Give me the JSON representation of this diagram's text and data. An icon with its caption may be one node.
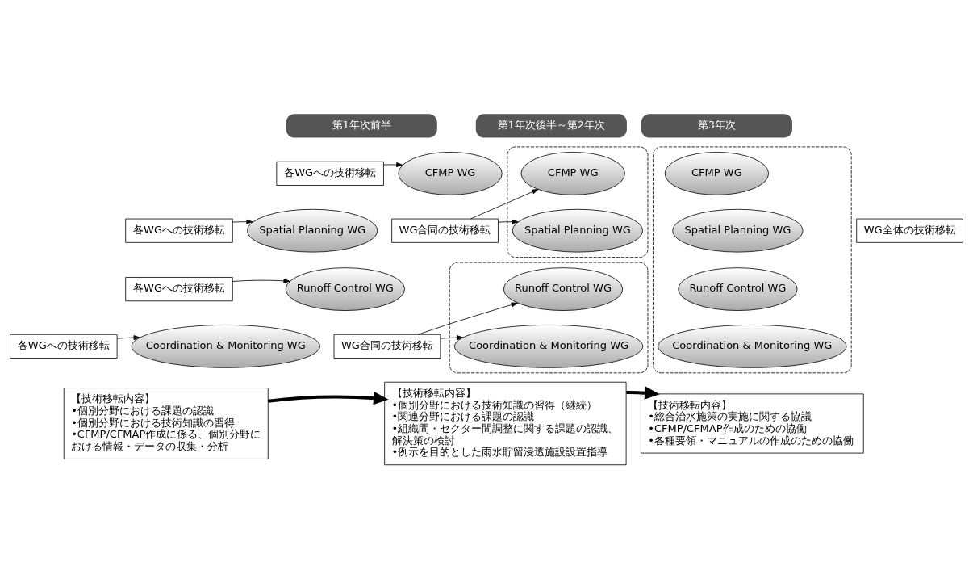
{
  "diagram": {
    "nodes": [
      {
        "text": [
          "第1年次前半"
        ]
      },
      {
        "text": [
          "各WGへの技術移転"
        ]
      },
      {
        "text": [
          "CFMP WG"
        ]
      },
      {
        "text": [
          "各WGへの技術移転"
        ]
      },
      {
        "text": [
          "Spatial Planning WG"
        ]
      },
      {
        "text": [
          "各WGへの技術移転"
        ]
      },
      {
        "text": [
          "Runoff Control WG"
        ]
      },
      {
        "text": [
          "各WGへの技術移転"
        ]
      },
      {
        "text": [
          "Coordination & Monitoring WG"
        ]
      },
      {
        "text": [
          "【技術移転内容】",
          "•個別分野における課題の認識",
          "•個別分野における技術知識の習得",
          "•CFMP/CFMAP作成に係る、個別分野における情報・データの収集・分析"
        ]
      },
      {
        "text": [
          "第1年次後半～第2年次"
        ]
      },
      {
        "text": [],
        "shape": "box"
      },
      {
        "text": [
          "CFMP WG"
        ],
        "in": 11
      },
      {
        "text": [
          "Spatial Planning WG"
        ],
        "in": 11
      },
      {
        "text": [
          "WG合同の技術移転"
        ]
      },
      {
        "text": [],
        "shape": "box"
      },
      {
        "text": [
          "Runoff Control WG"
        ],
        "in": 15
      },
      {
        "text": [
          "Coordination & Monitoring WG"
        ],
        "in": 15
      },
      {
        "text": [
          "WG合同の技術移転"
        ]
      },
      {
        "text": [
          "【技術移転内容】",
          "•個別分野における技術知識の習得（継続）",
          "•関連分野における課題の認識",
          "•組織間・セクター間調整に関する課題の認識、解決策の検討",
          "•例示を目的とした雨水貯留浸透施設設置指導"
        ]
      },
      {
        "text": [
          "第3年次"
        ]
      },
      {
        "text": [],
        "shape": "box"
      },
      {
        "text": [
          "CFMP WG"
        ],
        "in": 21
      },
      {
        "text": [
          "Spatial Planning WG"
        ],
        "in": 21
      },
      {
        "text": [
          "Runoff Control WG"
        ],
        "in": 21
      },
      {
        "text": [
          "Coordination & Monitoring WG"
        ],
        "in": 21
      },
      {
        "text": [
          "WG全体の技術移転"
        ]
      },
      {
        "text": [
          "【技術移転内容】",
          "•総合治水施策の実施に関する協議",
          "•CFMP/CFMAP作成のための協働",
          "•各種要領・マニュアルの作成のための協働"
        ]
      }
    ],
    "edges": [
      {
        "from": 1,
        "to": 2,
        "arrow": "to"
      },
      {
        "from": 3,
        "to": 4,
        "arrow": "to"
      },
      {
        "from": 5,
        "to": 6,
        "arrow": "to"
      },
      {
        "from": 7,
        "to": 8,
        "arrow": "to"
      },
      {
        "from": 14,
        "to": 12,
        "arrow": "to"
      },
      {
        "from": 14,
        "to": 13,
        "arrow": "to"
      },
      {
        "from": 18,
        "to": 16,
        "arrow": "to"
      },
      {
        "from": 18,
        "to": 17,
        "arrow": "to"
      },
      {
        "from": 9,
        "to": 19,
        "arrow": "to",
        "style": "thick"
      },
      {
        "from": 19,
        "to": 27,
        "arrow": "to",
        "style": "thick"
      }
    ]
  }
}
